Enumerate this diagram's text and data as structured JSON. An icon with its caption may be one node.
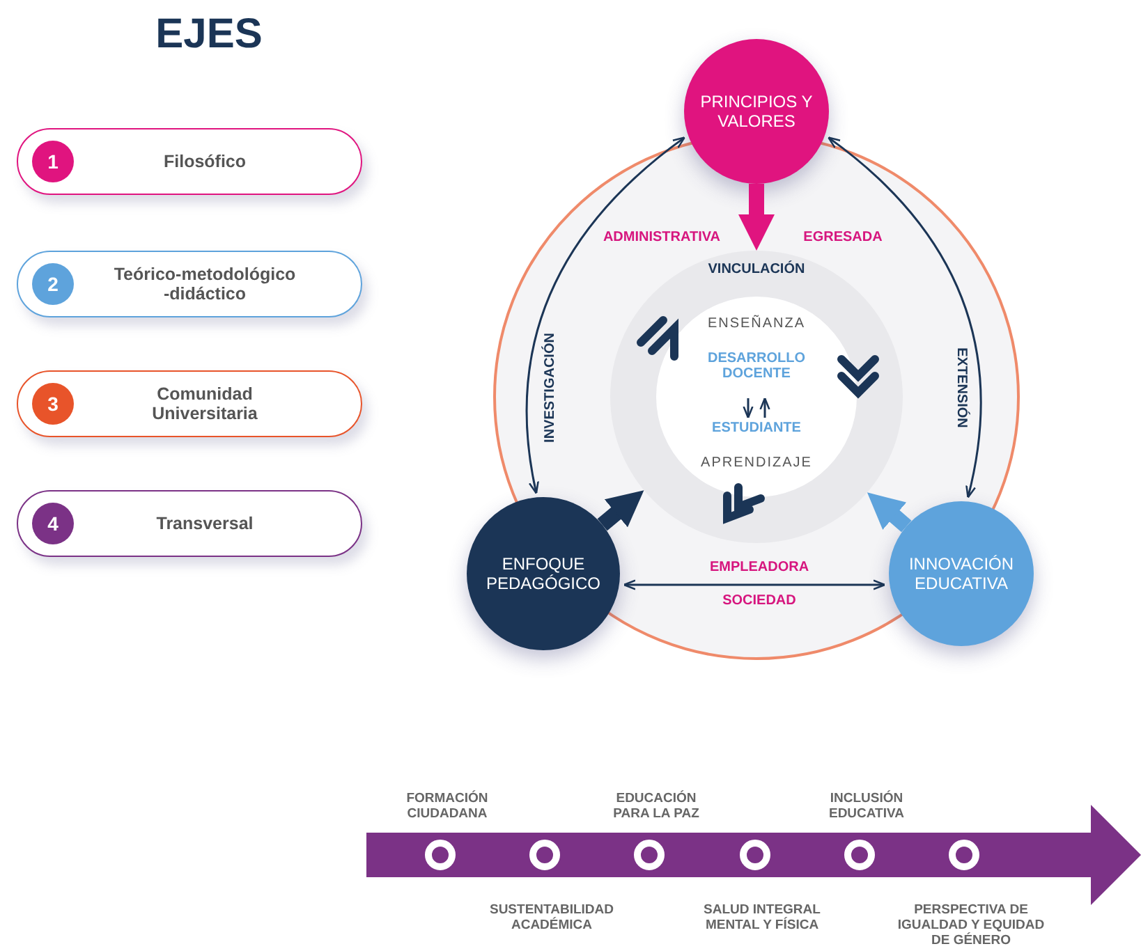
{
  "diagram": {
    "title": "EJES",
    "nodes": [
      {
        "text": [
          "1",
          "Filosófico"
        ]
      },
      {
        "text": [
          "2",
          "Teórico-metodológico -didáctico"
        ]
      },
      {
        "text": [
          "3",
          "Comunidad Universitaria"
        ]
      },
      {
        "text": [
          "4",
          "Transversal"
        ]
      },
      {
        "text": [
          "PRINCIPIOS Y VALORES"
        ]
      },
      {
        "text": [
          "ENFOQUE PEDAGÓGICO"
        ]
      },
      {
        "text": [
          "INNOVACIÓN EDUCATIVA"
        ]
      },
      {
        "text": [
          "VINCULACIÓN"
        ]
      },
      {
        "text": [
          "ENSEÑANZA",
          "APRENDIZAJE"
        ],
        "in": 7
      },
      {
        "text": [
          "DESARROLLO DOCENTE"
        ],
        "in": 8
      },
      {
        "text": [
          "ESTUDIANTE"
        ],
        "in": 8
      },
      {
        "text": [],
        "shape": "arrow"
      },
      {
        "text": [],
        "shape": "circle",
        "in": 11,
        "beside": [
          "FORMACIÓN CIUDADANA"
        ]
      },
      {
        "text": [],
        "shape": "circle",
        "in": 11,
        "beside": [
          "SUSTENTABILIDAD ACADÉMICA"
        ]
      },
      {
        "text": [],
        "shape": "circle",
        "in": 11,
        "beside": [
          "EDUCACIÓN PARA LA PAZ"
        ]
      },
      {
        "text": [],
        "shape": "circle",
        "in": 11,
        "beside": [
          "SALUD INTEGRAL MENTAL Y FÍSICA"
        ]
      },
      {
        "text": [],
        "shape": "circle",
        "in": 11,
        "beside": [
          "INCLUSIÓN EDUCATIVA"
        ]
      },
      {
        "text": [],
        "shape": "circle",
        "in": 11,
        "beside": [
          "PERSPECTIVA DE IGUALDAD Y EQUIDAD DE GÉNERO"
        ]
      }
    ],
    "edges": [
      {
        "from": 4,
        "to": 7,
        "arrow": "to",
        "style": "thick",
        "color": "#e0147f"
      },
      {
        "from": 5,
        "to": 7,
        "arrow": "to",
        "style": "thick"
      },
      {
        "from": 6,
        "to": 7,
        "arrow": "to",
        "style": "thick",
        "color": "#5ea3dc"
      },
      {
        "from": 4,
        "to": 5,
        "arrow": "both",
        "label": "INVESTIGACIÓN"
      },
      {
        "from": 4,
        "to": 6,
        "arrow": "both",
        "label": "EXTENSIÓN"
      },
      {
        "from": 5,
        "to": 6,
        "arrow": "both"
      },
      {
        "from": 9,
        "to": 10,
        "arrow": "to"
      },
      {
        "from": 10,
        "to": 9,
        "arrow": "to"
      }
    ],
    "labels": [
      "ADMINISTRATIVA",
      "EGRESADA",
      "EMPLEADORA",
      "SOCIEDAD"
    ]
  }
}
